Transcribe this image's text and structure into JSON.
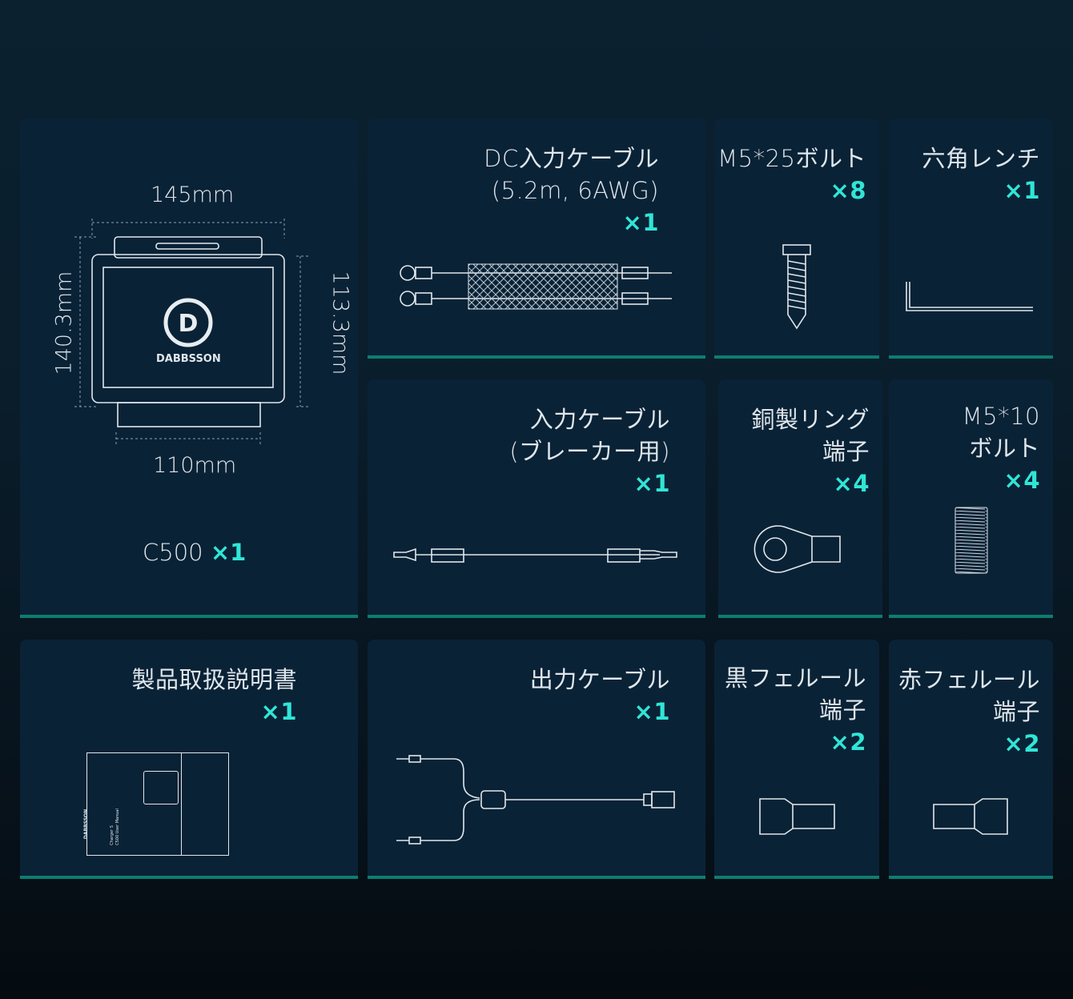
{
  "items": [
    {
      "name": "C500",
      "qty": "×1",
      "dims": {
        "width": "145mm",
        "height": "140.3mm",
        "body_height": "113.3mm",
        "base_width": "110mm"
      },
      "logo": "DABBSSON"
    },
    {
      "name_lines": [
        "DC入力ケーブル",
        "(5.2m, 6AWG)"
      ],
      "qty": "×1"
    },
    {
      "name_lines": [
        "M5*25ボルト"
      ],
      "qty": "×8"
    },
    {
      "name_lines": [
        "六角レンチ"
      ],
      "qty": "×1"
    },
    {
      "name_lines": [
        "入力ケーブル",
        "(ブレーカー用)"
      ],
      "qty": "×1"
    },
    {
      "name_lines": [
        "銅製リング",
        "端子"
      ],
      "qty": "×4"
    },
    {
      "name_lines": [
        "M5*10",
        "ボルト"
      ],
      "qty": "×4"
    },
    {
      "name_lines": [
        "製品取扱説明書"
      ],
      "qty": "×1",
      "manual": {
        "brand": "DABBSSON",
        "subtitle": "Charger S",
        "title": "C500 User Manual"
      }
    },
    {
      "name_lines": [
        "出力ケーブル"
      ],
      "qty": "×1"
    },
    {
      "name_lines": [
        "黒フェルール",
        "端子"
      ],
      "qty": "×2"
    },
    {
      "name_lines": [
        "赤フェルール",
        "端子"
      ],
      "qty": "×2"
    }
  ],
  "colors": {
    "accent": "#2fe6d6",
    "card": "#0a2236",
    "border": "#0d7d6f"
  }
}
